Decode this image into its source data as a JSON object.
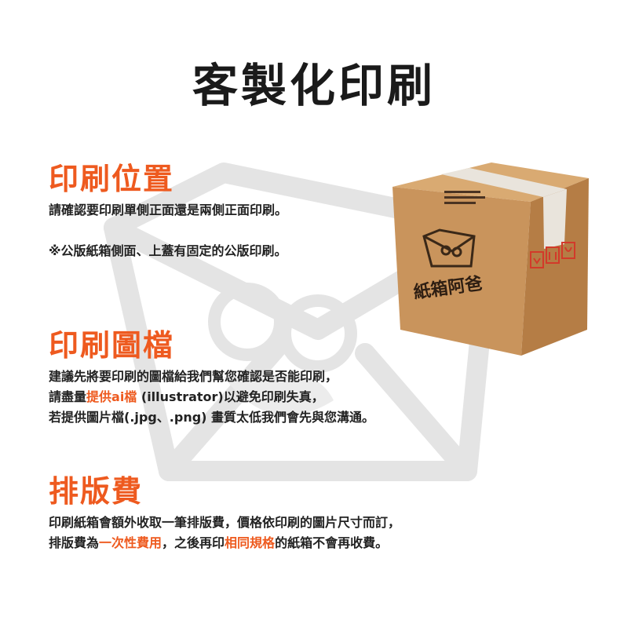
{
  "page_title": "客製化印刷",
  "sections": {
    "position": {
      "heading": "印刷位置",
      "line1": "請確認要印刷單側正面還是兩側正面印刷。",
      "line2": "※公版紙箱側面、上蓋有固定的公版印刷。"
    },
    "file": {
      "heading": "印刷圖檔",
      "line1": "建議先將要印刷的圖檔給我們幫您確認是否能印刷，",
      "line2_pre": "請盡量",
      "line2_hl": "提供ai檔",
      "line2_post": " (illustrator)以避免印刷失真，",
      "line3": "若提供圖片檔(.jpg、.png) 畫質太低我們會先與您溝通。"
    },
    "fee": {
      "heading": "排版費",
      "line1": "印刷紙箱會額外收取一筆排版費，價格依印刷的圖片尺寸而訂，",
      "line2_a": "排版費為",
      "line2_hl1": "一次性費用",
      "line2_b": "，之後再印",
      "line2_hl2": "相同規格",
      "line2_c": "的紙箱不會再收費。"
    }
  },
  "box_image": {
    "brand_text": "紙箱阿爸"
  },
  "colors": {
    "accent": "#ee5a1f",
    "title": "#1a1a1a",
    "body": "#222222",
    "cardboard": "#c9945c",
    "watermark": "#e2e2e2"
  }
}
